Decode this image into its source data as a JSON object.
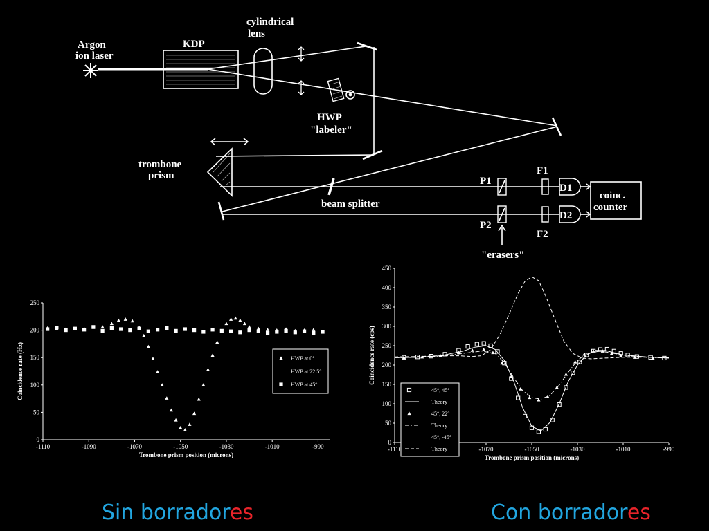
{
  "diagram": {
    "labels": {
      "laser": [
        "Argon",
        "ion laser"
      ],
      "kdp": "KDP",
      "lens": [
        "cylindrical",
        "lens"
      ],
      "hwp": [
        "HWP",
        "\"labeler\""
      ],
      "trombone": [
        "trombone",
        "prism"
      ],
      "splitter": "beam splitter",
      "p1": "P1",
      "p2": "P2",
      "f1": "F1",
      "f2": "F2",
      "d1": "D1",
      "d2": "D2",
      "counter": [
        "coinc.",
        "counter"
      ],
      "erasers": "\"erasers\""
    }
  },
  "chart_data": [
    {
      "type": "scatter",
      "title": "",
      "xlabel": "Trombone prism position (microns)",
      "ylabel": "Coincidence rate (Hz)",
      "xlim": [
        -1110,
        -985
      ],
      "ylim": [
        0,
        250
      ],
      "xticks": [
        -1110,
        -1090,
        -1070,
        -1050,
        -1030,
        -1010,
        -990
      ],
      "yticks": [
        0,
        50,
        100,
        150,
        200,
        250
      ],
      "grid": false,
      "legend_position": "right",
      "series": [
        {
          "name": "HWP at 0°",
          "marker": "triangle",
          "x": [
            -1108,
            -1104,
            -1100,
            -1096,
            -1092,
            -1088,
            -1084,
            -1080,
            -1077,
            -1074,
            -1071,
            -1068,
            -1066,
            -1064,
            -1062,
            -1060,
            -1058,
            -1056,
            -1054,
            -1052,
            -1050,
            -1048,
            -1046,
            -1044,
            -1042,
            -1040,
            -1038,
            -1036,
            -1034,
            -1032,
            -1030,
            -1028,
            -1026,
            -1024,
            -1022,
            -1020,
            -1016,
            -1012,
            -1008,
            -1004,
            -1000,
            -996,
            -992,
            -988
          ],
          "y": [
            204,
            203,
            202,
            204,
            203,
            205,
            206,
            212,
            218,
            220,
            217,
            205,
            190,
            170,
            148,
            124,
            100,
            76,
            54,
            36,
            22,
            18,
            28,
            48,
            74,
            100,
            128,
            154,
            178,
            198,
            212,
            220,
            222,
            218,
            212,
            206,
            203,
            201,
            200,
            202,
            199,
            200,
            201,
            197
          ]
        },
        {
          "name": "HWP at 22.5°",
          "marker": "none",
          "x": [],
          "y": []
        },
        {
          "name": "HWP at 45°",
          "marker": "square",
          "x": [
            -1108,
            -1104,
            -1100,
            -1096,
            -1092,
            -1088,
            -1084,
            -1080,
            -1076,
            -1072,
            -1068,
            -1064,
            -1060,
            -1056,
            -1052,
            -1048,
            -1044,
            -1040,
            -1036,
            -1032,
            -1028,
            -1024,
            -1020,
            -1016,
            -1012,
            -1008,
            -1004,
            -1000,
            -996,
            -992,
            -988
          ],
          "y": [
            202,
            205,
            200,
            203,
            201,
            206,
            199,
            204,
            202,
            200,
            203,
            198,
            201,
            204,
            199,
            202,
            200,
            197,
            201,
            199,
            198,
            196,
            200,
            198,
            195,
            197,
            199,
            196,
            198,
            195,
            197
          ]
        }
      ]
    },
    {
      "type": "scatter",
      "title": "",
      "xlabel": "Trombone prism position (microns)",
      "ylabel": "Coincidence rate (cps)",
      "xlim": [
        -1110,
        -990
      ],
      "ylim": [
        0,
        450
      ],
      "xticks": [
        -1110,
        -1070,
        -1050,
        -1030,
        -1010,
        -990
      ],
      "yticks": [
        0,
        50,
        100,
        150,
        200,
        250,
        300,
        350,
        400,
        450
      ],
      "grid": false,
      "legend_position": "bottom-left",
      "series": [
        {
          "name": "45°, 45°",
          "marker": "circle",
          "x": [
            -1106,
            -1100,
            -1094,
            -1088,
            -1082,
            -1078,
            -1074,
            -1071,
            -1068,
            -1065,
            -1062,
            -1059,
            -1056,
            -1053,
            -1050,
            -1047,
            -1044,
            -1041,
            -1038,
            -1035,
            -1032,
            -1029,
            -1026,
            -1023,
            -1020,
            -1017,
            -1014,
            -1011,
            -1008,
            -1004,
            -998,
            -992
          ],
          "y": [
            220,
            221,
            223,
            228,
            238,
            248,
            254,
            256,
            250,
            235,
            205,
            165,
            115,
            68,
            38,
            28,
            34,
            58,
            98,
            142,
            180,
            208,
            226,
            236,
            240,
            241,
            236,
            230,
            226,
            222,
            220,
            218
          ]
        },
        {
          "name": "Theory",
          "marker": "line-solid",
          "x": [
            -1110,
            -1100,
            -1090,
            -1080,
            -1075,
            -1070,
            -1066,
            -1062,
            -1058,
            -1054,
            -1050,
            -1046,
            -1042,
            -1038,
            -1034,
            -1030,
            -1026,
            -1022,
            -1018,
            -1014,
            -1010,
            -1000,
            -990
          ],
          "y": [
            219,
            220,
            224,
            236,
            246,
            250,
            240,
            212,
            160,
            90,
            42,
            30,
            52,
            100,
            158,
            200,
            226,
            238,
            238,
            232,
            226,
            221,
            218
          ]
        },
        {
          "name": "45°, 22°",
          "marker": "triangle",
          "x": [
            -1106,
            -1098,
            -1090,
            -1082,
            -1076,
            -1071,
            -1067,
            -1063,
            -1059,
            -1055,
            -1051,
            -1047,
            -1043,
            -1039,
            -1035,
            -1031,
            -1027,
            -1023,
            -1019,
            -1015,
            -1011,
            -1005,
            -997
          ],
          "y": [
            219,
            221,
            224,
            232,
            238,
            240,
            232,
            205,
            170,
            138,
            116,
            110,
            118,
            142,
            176,
            208,
            228,
            236,
            236,
            230,
            224,
            220,
            218
          ]
        },
        {
          "name": "Theory",
          "marker": "line-dashdot",
          "x": [
            -1110,
            -1100,
            -1090,
            -1080,
            -1072,
            -1066,
            -1062,
            -1058,
            -1054,
            -1050,
            -1046,
            -1042,
            -1038,
            -1034,
            -1030,
            -1026,
            -1020,
            -1014,
            -1008,
            -1000,
            -990
          ],
          "y": [
            219,
            220,
            223,
            230,
            236,
            230,
            206,
            168,
            134,
            116,
            112,
            122,
            148,
            182,
            212,
            230,
            236,
            230,
            224,
            220,
            218
          ]
        },
        {
          "name": "45°, -45°",
          "marker": "none",
          "x": [],
          "y": []
        },
        {
          "name": "Theory",
          "marker": "line-dashed",
          "x": [
            -1110,
            -1100,
            -1090,
            -1082,
            -1076,
            -1072,
            -1068,
            -1064,
            -1060,
            -1056,
            -1053,
            -1050,
            -1047,
            -1044,
            -1040,
            -1036,
            -1032,
            -1028,
            -1024,
            -1018,
            -1010,
            -1000,
            -990
          ],
          "y": [
            221,
            222,
            224,
            224,
            222,
            224,
            240,
            278,
            330,
            385,
            416,
            428,
            418,
            380,
            320,
            262,
            230,
            218,
            216,
            218,
            220,
            220,
            219
          ]
        }
      ]
    }
  ],
  "captions": [
    {
      "base": "Sin borrador",
      "suffix": "es"
    },
    {
      "base": "Con borrador",
      "suffix": "es"
    }
  ]
}
